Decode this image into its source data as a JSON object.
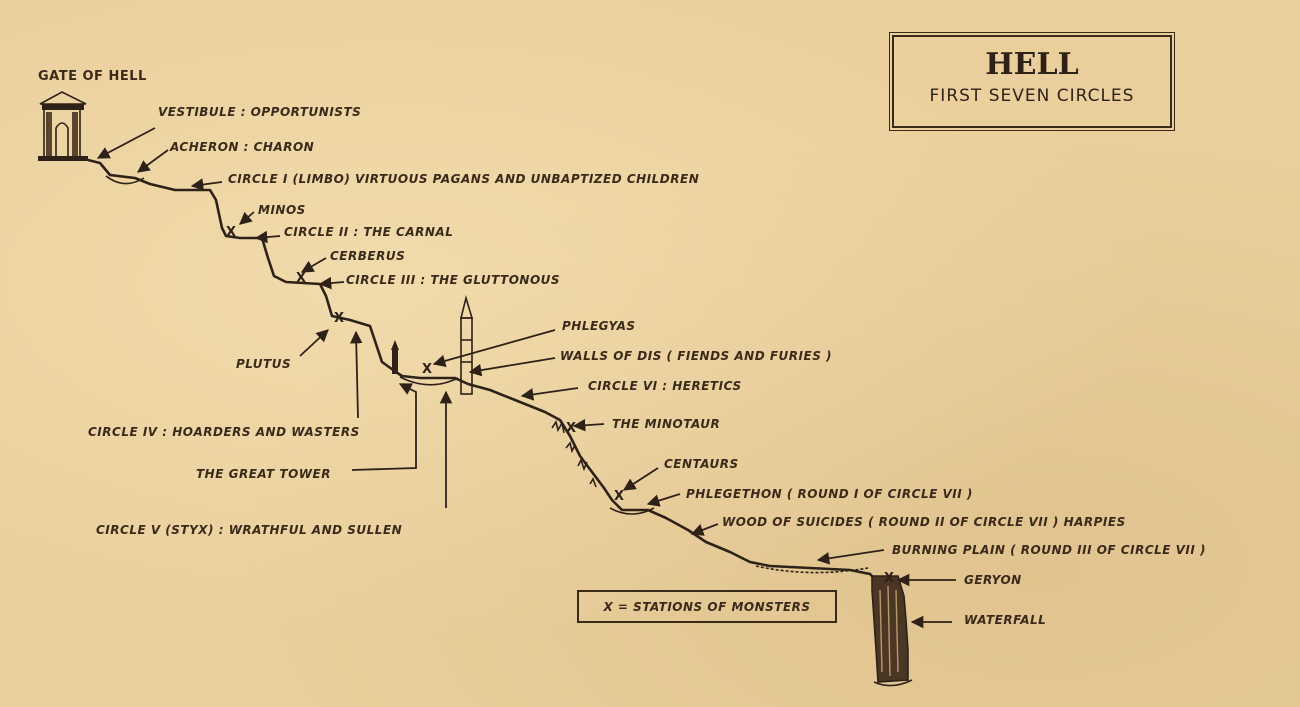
{
  "title": {
    "main": "HELL",
    "subtitle": "FIRST SEVEN CIRCLES"
  },
  "key": "X = STATIONS OF MONSTERS",
  "labels": {
    "gate": "GATE OF HELL",
    "vestibule": "VESTIBULE : OPPORTUNISTS",
    "acheron": "ACHERON : CHARON",
    "circle1": "CIRCLE I (LIMBO) VIRTUOUS PAGANS AND UNBAPTIZED CHILDREN",
    "minos": "MINOS",
    "circle2": "CIRCLE II : THE CARNAL",
    "cerberus": "CERBERUS",
    "circle3": "CIRCLE III : THE GLUTTONOUS",
    "phlegyas": "PHLEGYAS",
    "walls": "WALLS OF DIS ( FIENDS AND FURIES )",
    "plutus": "PLUTUS",
    "circle6": "CIRCLE VI : HERETICS",
    "circle4": "CIRCLE IV : HOARDERS AND WASTERS",
    "minotaur": "THE MINOTAUR",
    "tower": "THE GREAT TOWER",
    "centaurs": "CENTAURS",
    "phlegethon": "PHLEGETHON ( ROUND I OF CIRCLE VII )",
    "wood": "WOOD OF SUICIDES ( ROUND II OF CIRCLE VII ) HARPIES",
    "circle5": "CIRCLE V (STYX) : WRATHFUL AND SULLEN",
    "plain": "BURNING PLAIN ( ROUND III OF CIRCLE VII )",
    "geryon": "GERYON",
    "waterfall": "WATERFALL"
  },
  "monster_mark": "X"
}
